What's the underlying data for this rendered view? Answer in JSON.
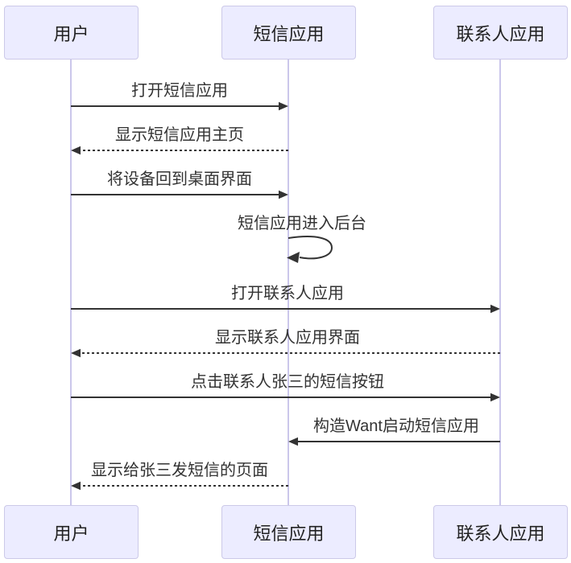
{
  "diagram": {
    "type": "sequence-diagram",
    "actors": [
      {
        "id": "user",
        "label": "用户"
      },
      {
        "id": "sms-app",
        "label": "短信应用"
      },
      {
        "id": "contacts-app",
        "label": "联系人应用"
      }
    ],
    "messages": [
      {
        "text": "打开短信应用",
        "from": "用户",
        "to": "短信应用",
        "line": "solid"
      },
      {
        "text": "显示短信应用主页",
        "from": "短信应用",
        "to": "用户",
        "line": "dashed"
      },
      {
        "text": "将设备回到桌面界面",
        "from": "用户",
        "to": "短信应用",
        "line": "solid"
      },
      {
        "text": "短信应用进入后台",
        "from": "短信应用",
        "to": "短信应用",
        "line": "self-loop"
      },
      {
        "text": "打开联系人应用",
        "from": "用户",
        "to": "联系人应用",
        "line": "solid"
      },
      {
        "text": "显示联系人应用界面",
        "from": "联系人应用",
        "to": "用户",
        "line": "dashed"
      },
      {
        "text": "点击联系人张三的短信按钮",
        "from": "用户",
        "to": "联系人应用",
        "line": "solid"
      },
      {
        "text": "构造Want启动短信应用",
        "from": "联系人应用",
        "to": "短信应用",
        "line": "solid"
      },
      {
        "text": "显示给张三发短信的页面",
        "from": "短信应用",
        "to": "用户",
        "line": "dashed"
      }
    ],
    "colors": {
      "actor_fill": "#ECECFF",
      "actor_border": "#CCC9E8",
      "lifeline": "#CBC7EB",
      "message_line": "#333333",
      "text": "#333333",
      "background": "#FFFFFF"
    }
  }
}
